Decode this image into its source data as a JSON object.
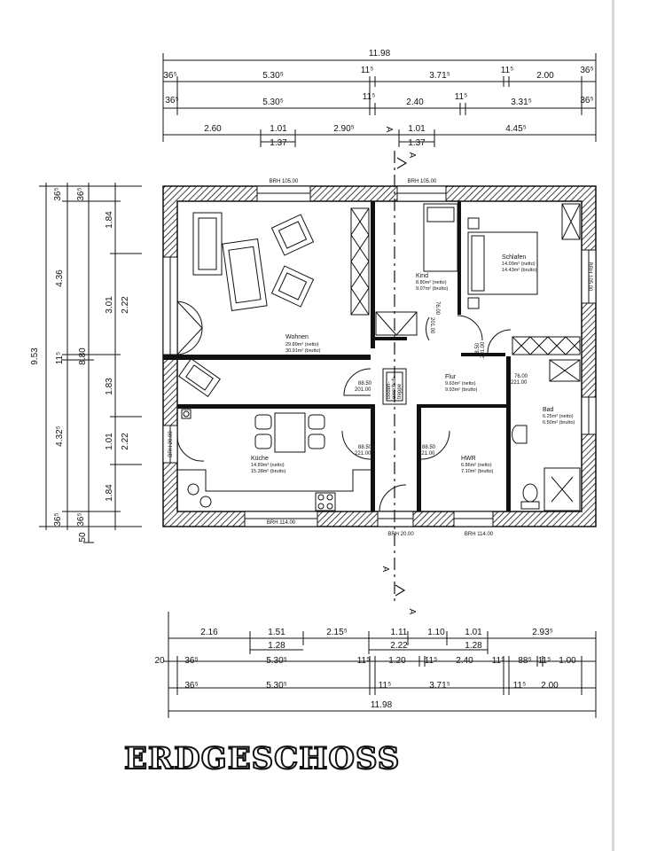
{
  "title": "ERDGESCHOSS",
  "dims": {
    "top_total": "11.98",
    "top_r1": [
      "36⁵",
      "5.30⁵",
      "11⁵",
      "3.71⁵",
      "11⁵",
      "2.00",
      "36⁵"
    ],
    "top_r2": [
      "36⁵",
      "5.30⁵",
      "11⁵",
      "2.40",
      "11⁵",
      "3.31⁵",
      "36⁵"
    ],
    "top_r3": [
      "2.60",
      "1.01",
      "1.37",
      "2.90⁵",
      "1.01",
      "1.37",
      "4.45⁵"
    ],
    "left_total": "9.53",
    "left_c2": [
      "36⁵",
      "4.36",
      "11⁵",
      "4.32⁵",
      "36⁵"
    ],
    "left_c3": [
      "36⁵",
      "8.80",
      "36⁵"
    ],
    "left_c4": [
      "1.84",
      "3.01",
      "2.22",
      "1.83",
      "1.01",
      "2.22",
      "1.84",
      "50"
    ],
    "bot_r1": [
      "2.16",
      "1.51",
      "1.28",
      "2.15⁵",
      "1.11",
      "2.22",
      "1.10",
      "1.01",
      "1.28",
      "2.93⁵"
    ],
    "bot_r2": [
      "20",
      "36⁵",
      "5.30⁵",
      "11⁵",
      "1.20",
      "11⁵",
      "2.40",
      "11⁵",
      "88⁵",
      "11⁵",
      "1.00"
    ],
    "bot_r3": [
      "36⁵",
      "5.30⁵",
      "11⁵",
      "3.71⁵",
      "11⁵",
      "2.00"
    ],
    "bot_total": "11.98"
  },
  "section_marker": "A",
  "brh": {
    "top_left": "BRH 105.00",
    "top_mid": "BRH 105.00",
    "right_top": "BRH 105.00",
    "left_kitchen": "BRH 20.00",
    "bottom_left": "BRH 114.00",
    "bottom_mid": "BRH 20.00",
    "bottom_right": "BRH 114.00"
  },
  "rooms": {
    "wohnen": {
      "name": "Wohnen",
      "a1": "29.89m² (netto)",
      "a2": "30.91m² (brutto)"
    },
    "kind": {
      "name": "Kind",
      "a1": "8.80m² (netto)",
      "a2": "9.07m² (brutto)"
    },
    "schlafen": {
      "name": "Schlafen",
      "a1": "14.09m² (netto)",
      "a2": "14.43m² (brutto)"
    },
    "flur": {
      "name": "Flur",
      "a1": "9.63m² (netto)",
      "a2": "9.93m² (brutto)"
    },
    "bad": {
      "name": "Bad",
      "a1": "6.25m² (netto)",
      "a2": "6.50m² (brutto)"
    },
    "kueche": {
      "name": "Küche",
      "a1": "14.89m² (netto)",
      "a2": "15.38m² (brutto)"
    },
    "hwr": {
      "name": "HWR",
      "a1": "6.86m² (netto)",
      "a2": "7.10m² (brutto)"
    }
  },
  "doors": {
    "wohnen_flur": [
      "88.50",
      "201.00"
    ],
    "kind_flur": [
      "76.00",
      "201.00"
    ],
    "schlafen_flur": [
      "88.50",
      "201.00"
    ],
    "bad_flur": [
      "76.00",
      "221.00"
    ],
    "kueche_flur": [
      "88.50",
      "221.00"
    ],
    "hwr_flur": [
      "88.50",
      "221.00"
    ]
  },
  "stair_label": [
    "Boden-",
    "einschub-",
    "treppe"
  ]
}
